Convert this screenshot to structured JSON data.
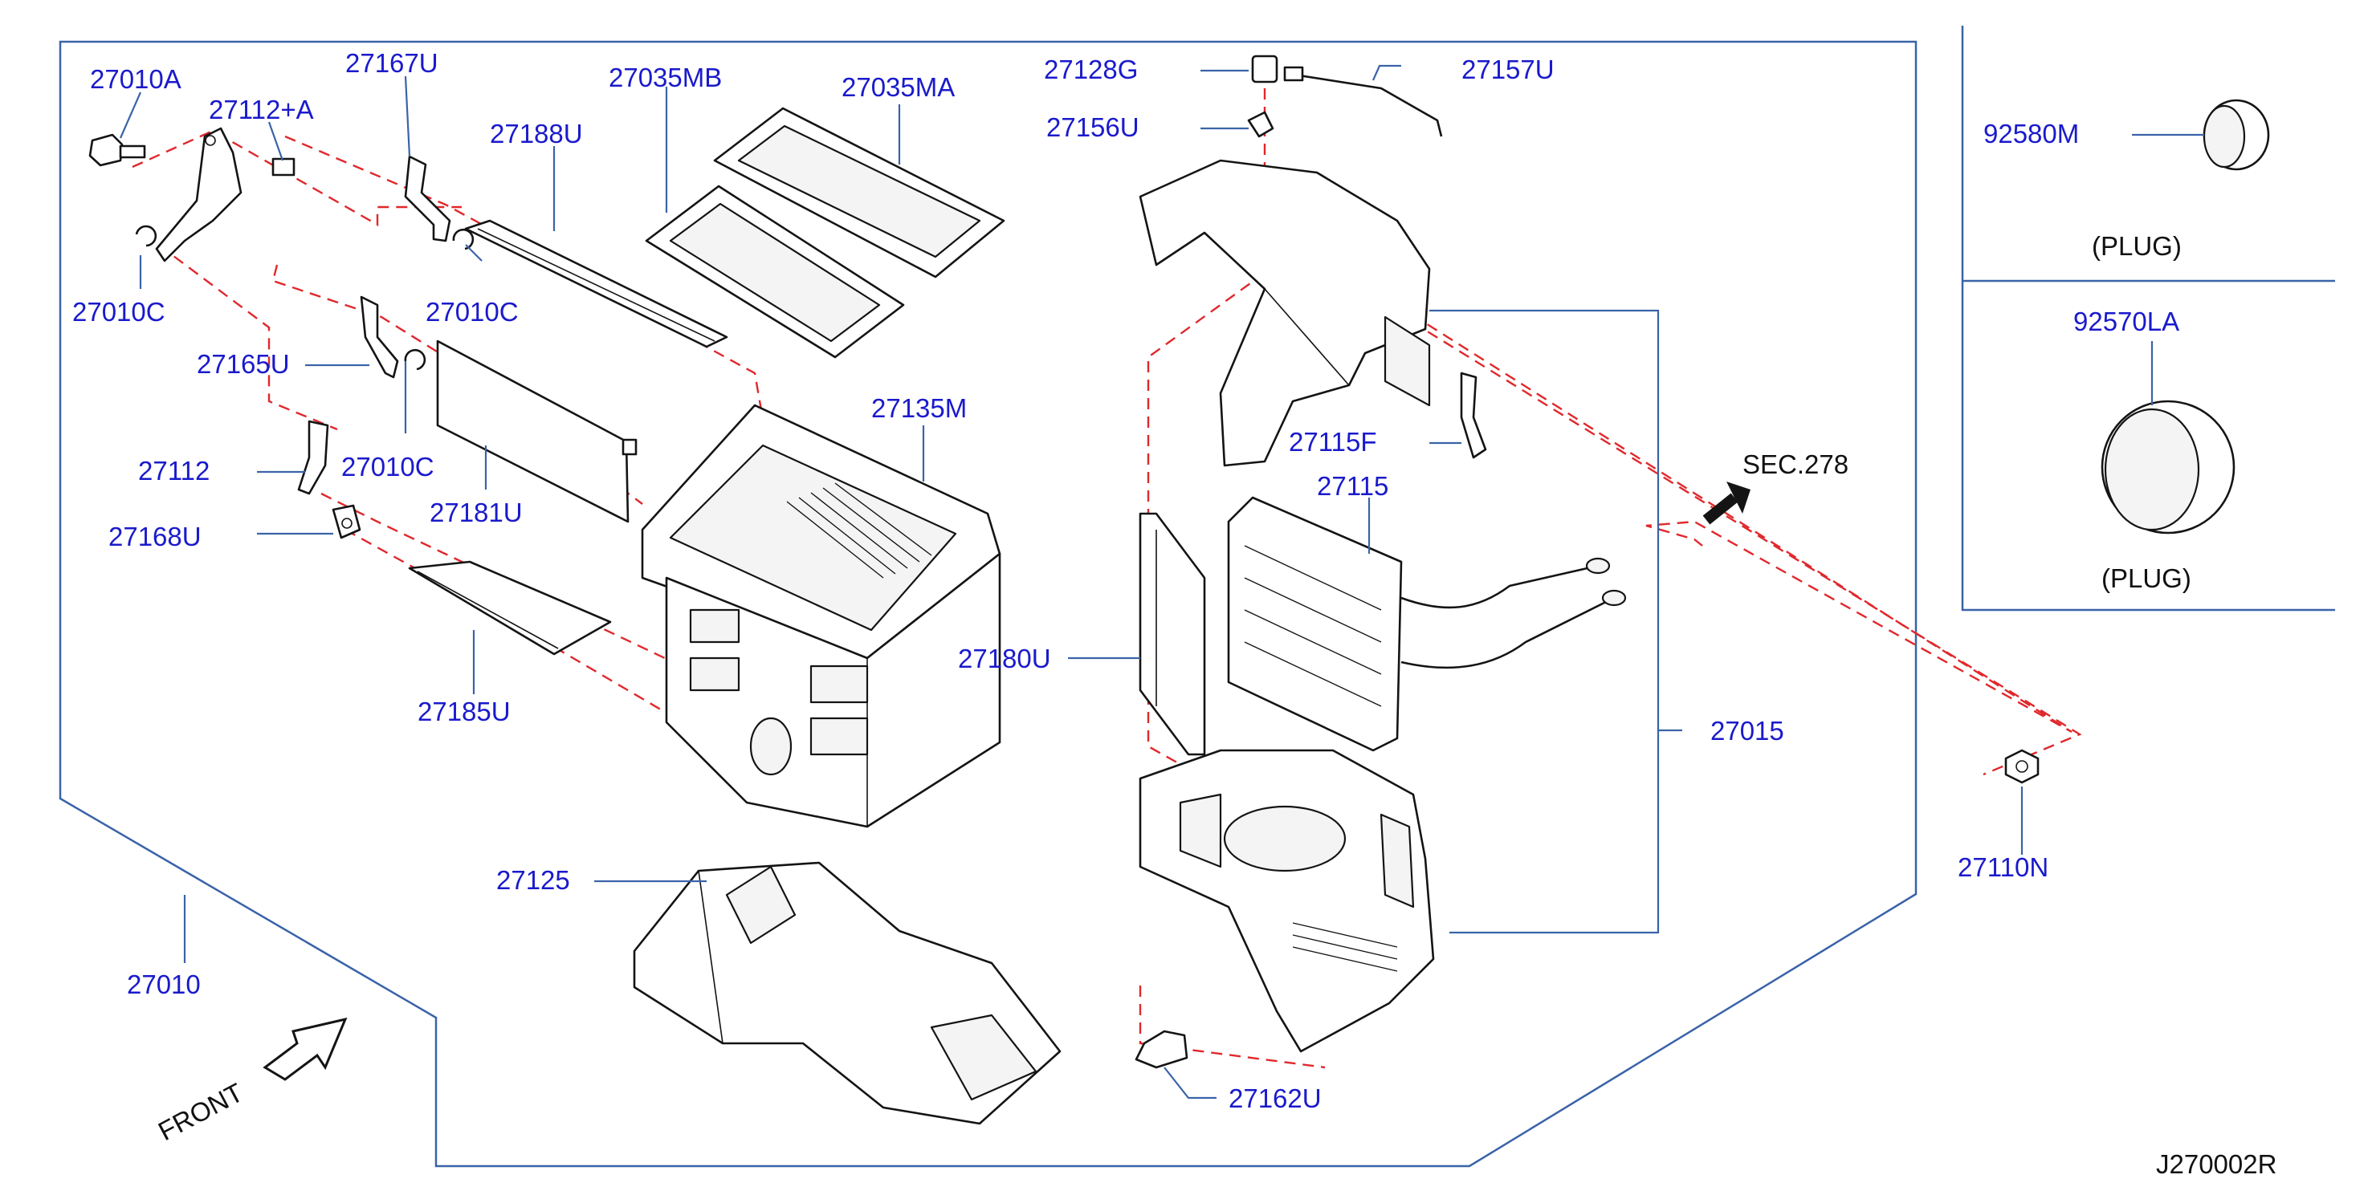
{
  "diagram": {
    "part_numbers": {
      "p27010A": "27010A",
      "p27112A": "27112+A",
      "p27167U": "27167U",
      "p27035MB": "27035MB",
      "p27035MA": "27035MA",
      "p27188U": "27188U",
      "p27010C_1": "27010C",
      "p27010C_2": "27010C",
      "p27010C_3": "27010C",
      "p27165U": "27165U",
      "p27112": "27112",
      "p27168U": "27168U",
      "p27181U": "27181U",
      "p27185U": "27185U",
      "p27135M": "27135M",
      "p27125": "27125",
      "p27010": "27010",
      "p27128G": "27128G",
      "p27157U": "27157U",
      "p27156U": "27156U",
      "p27115F": "27115F",
      "p27115": "27115",
      "p27180U": "27180U",
      "p27015": "27015",
      "p27162U": "27162U",
      "p27110N": "27110N",
      "p92580M": "92580M",
      "p92570LA": "92570LA"
    },
    "plug_label_1": "(PLUG)",
    "plug_label_2": "(PLUG)",
    "section_ref": "SEC.278",
    "front_label": "FRONT",
    "diagram_code": "J270002R"
  },
  "colors": {
    "label": "#1a1acc",
    "frame": "#3a63a8",
    "dashed_lines": "#e0282c",
    "parts": "#141414"
  }
}
